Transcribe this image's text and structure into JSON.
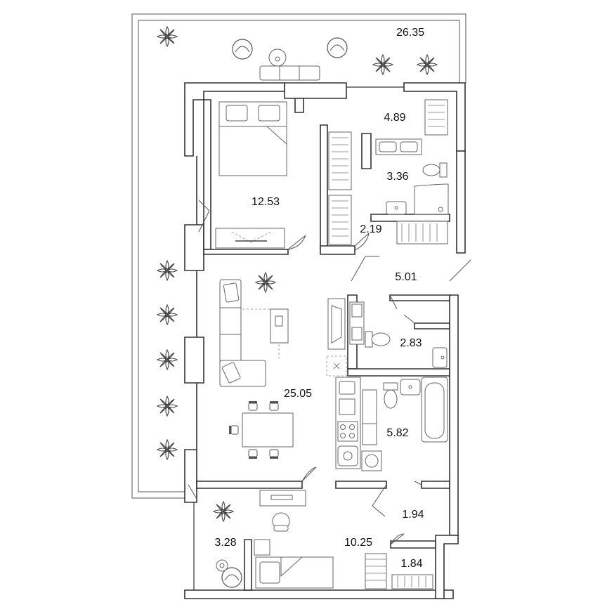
{
  "rooms": [
    {
      "id": "balcony-top",
      "area": "26.35"
    },
    {
      "id": "bedroom-1",
      "area": "12.53"
    },
    {
      "id": "wardrobe-top",
      "area": "4.89"
    },
    {
      "id": "bathroom-1",
      "area": "3.36"
    },
    {
      "id": "closet",
      "area": "2.19"
    },
    {
      "id": "hall",
      "area": "5.01"
    },
    {
      "id": "wc",
      "area": "2.83"
    },
    {
      "id": "living-room",
      "area": "25.05"
    },
    {
      "id": "bathroom-2",
      "area": "5.82"
    },
    {
      "id": "storage",
      "area": "1.94"
    },
    {
      "id": "bedroom-2",
      "area": "10.25"
    },
    {
      "id": "balcony-bottom",
      "area": "3.28"
    },
    {
      "id": "wardrobe-bottom",
      "area": "1.84"
    }
  ],
  "icons": [
    "plant-icon",
    "armchair-icon",
    "sofa-icon",
    "bed-icon",
    "table-icon",
    "chair-icon",
    "toilet-icon",
    "sink-icon",
    "bathtub-icon",
    "shower-icon",
    "stove-icon",
    "washing-machine-icon",
    "wardrobe-icon",
    "desk-icon",
    "tv-icon"
  ],
  "colors": {
    "wall": "#333333",
    "furniture": "#666666",
    "background": "#ffffff"
  }
}
